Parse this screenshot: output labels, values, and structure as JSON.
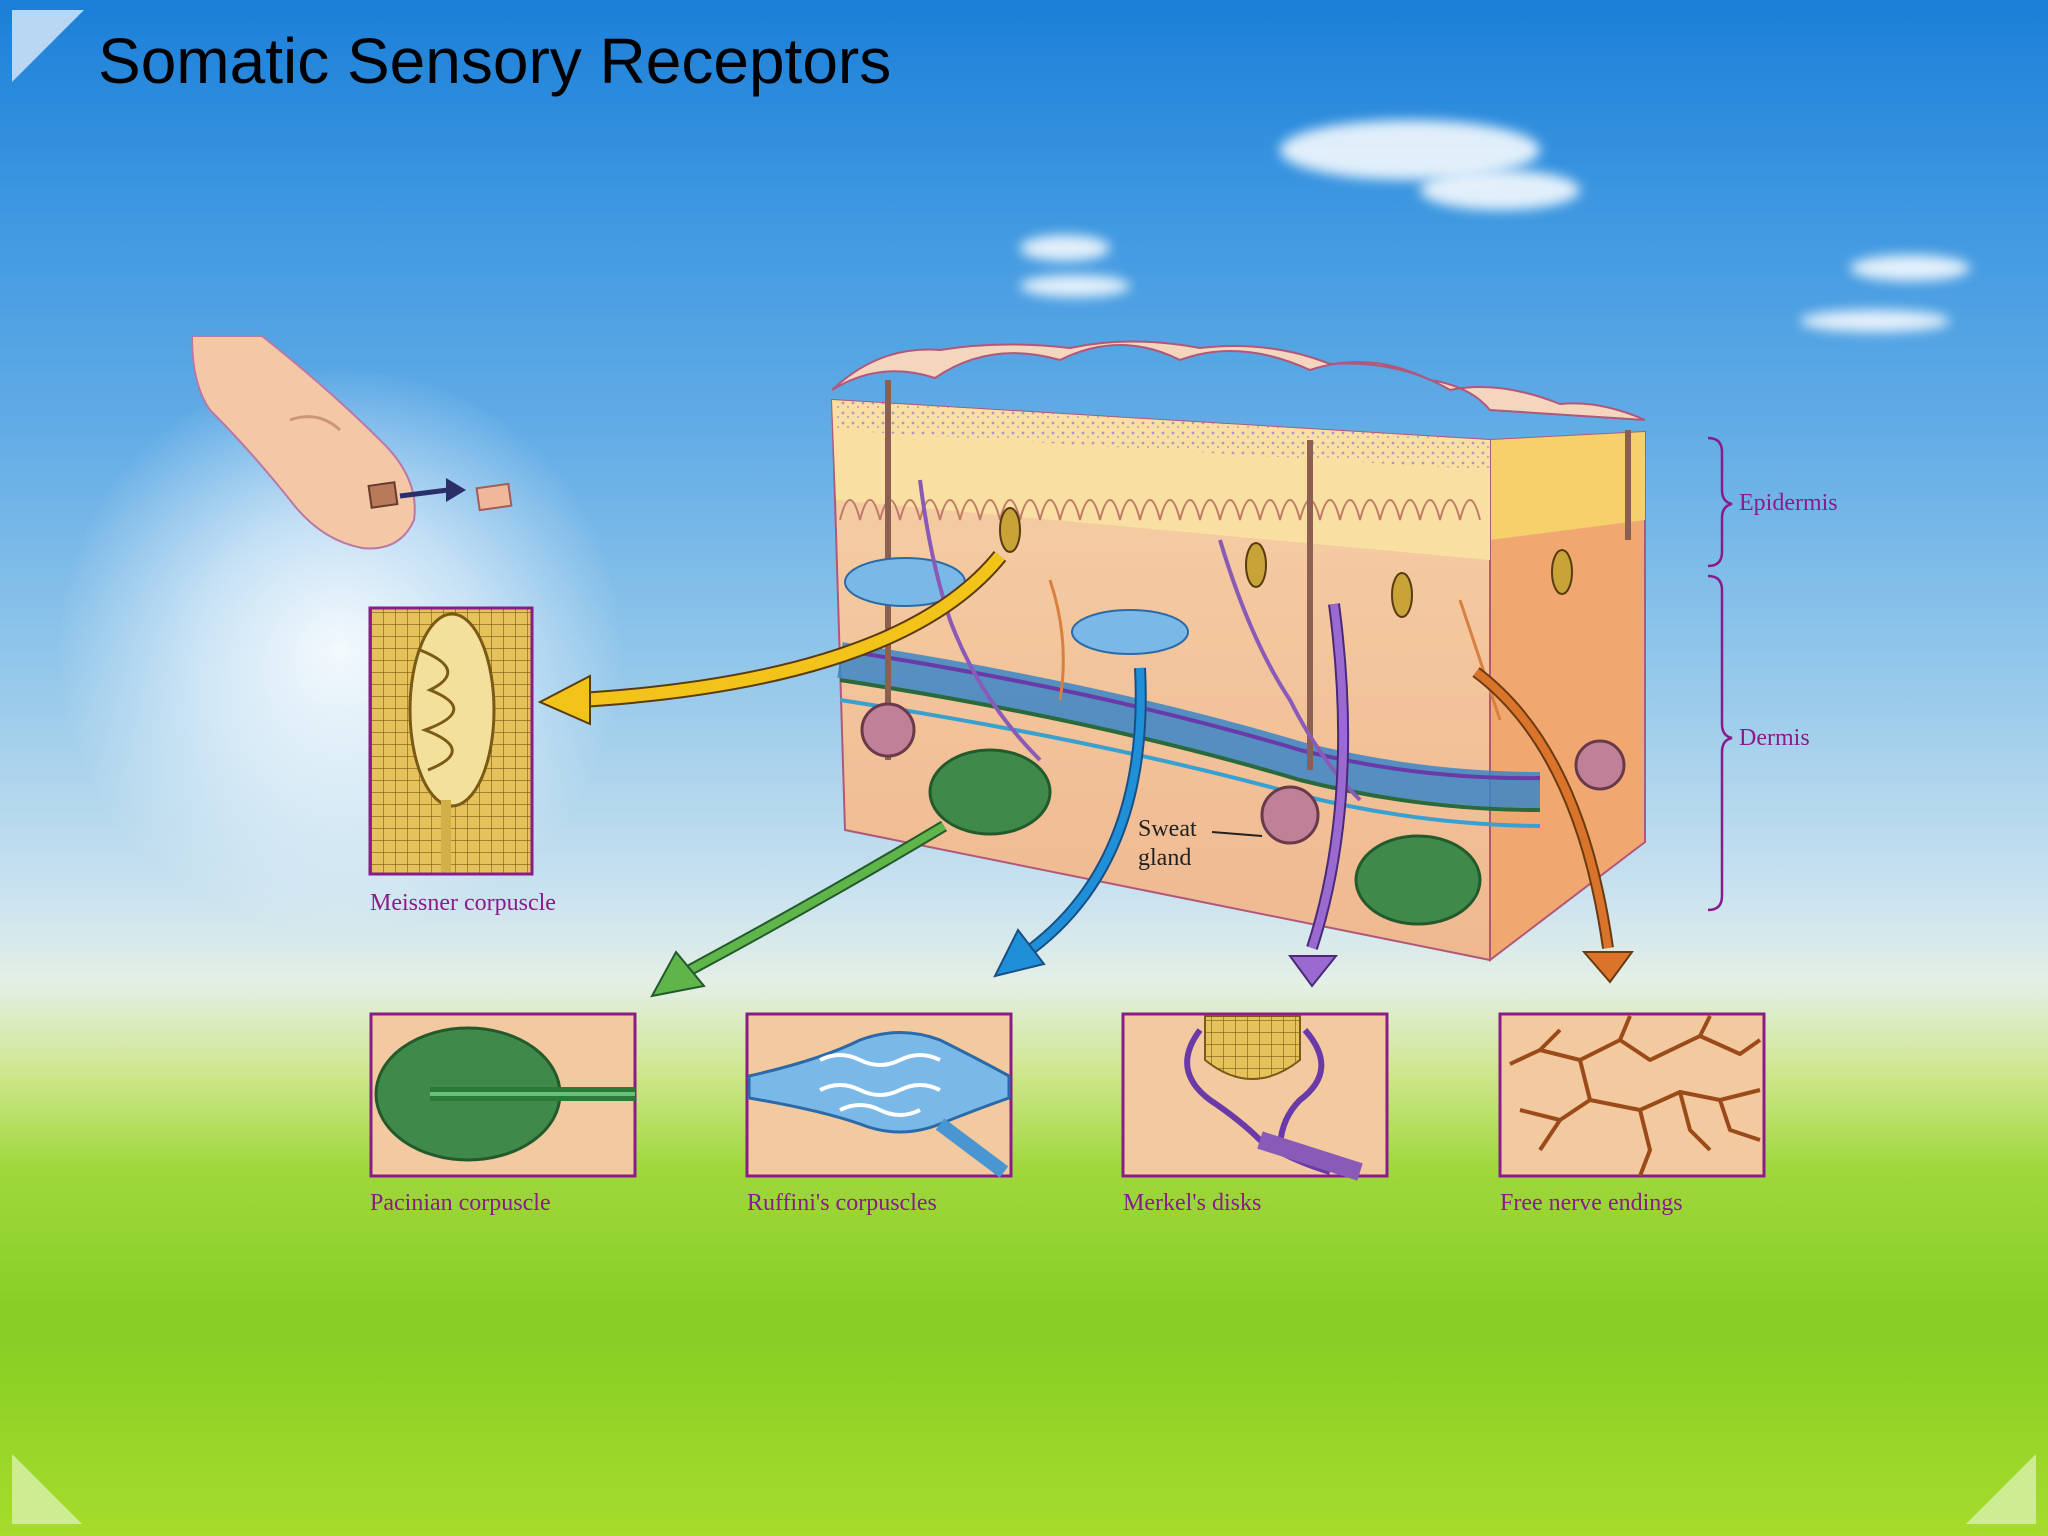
{
  "slide": {
    "title": "Somatic Sensory Receptors"
  },
  "diagram": {
    "layers": {
      "epidermis": "Epidermis",
      "dermis": "Dermis"
    },
    "sweat_gland": "Sweat\ngland",
    "receptors": [
      {
        "id": "meissner",
        "label": "Meissner corpuscle",
        "color": "#f2c318"
      },
      {
        "id": "pacinian",
        "label": "Pacinian corpuscle",
        "color": "#3a8f3a"
      },
      {
        "id": "ruffini",
        "label": "Ruffini's corpuscles",
        "color": "#1f8fd8"
      },
      {
        "id": "merkel",
        "label": "Merkel's disks",
        "color": "#9b6ad0"
      },
      {
        "id": "free",
        "label": "Free nerve endings",
        "color": "#d9742a"
      }
    ]
  },
  "colors": {
    "label": "#8a1c8a",
    "skin": "#f3c9a0",
    "epidermis_top": "#f8d9b8"
  }
}
